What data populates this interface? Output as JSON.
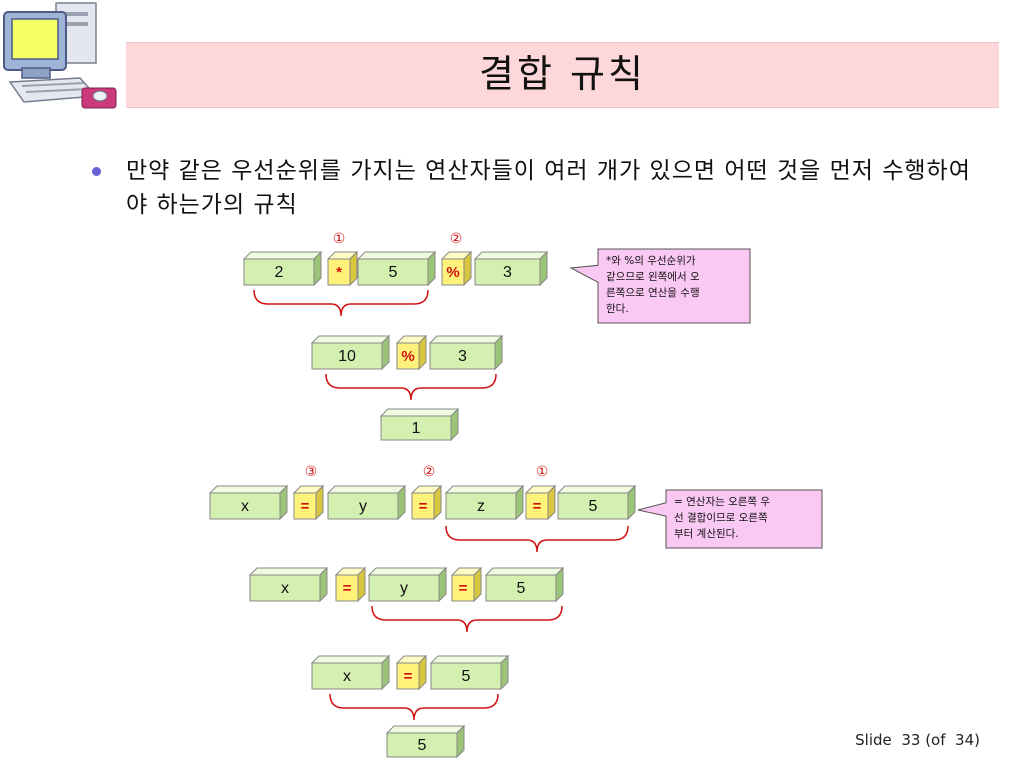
{
  "slide": {
    "title": "결합 규칙",
    "bullet": "만약 같은 우선순위를 가지는 연산자들이 여러 개가 있으면 어떤 것을 먼저 수행하여야 하는가의 규칙",
    "footer": {
      "label": "Slide",
      "number": "33",
      "of": "(of",
      "total": "34)"
    }
  },
  "colors": {
    "title_band": "#fdd7d9",
    "operand_box": "#d4f0b0",
    "operator_box": "#fff27a",
    "brace": "#d01010",
    "callout_fill": "#f9c8f3"
  },
  "icons": [
    "computer-clipart-icon"
  ],
  "example1": {
    "step1": [
      "2",
      "*",
      "5",
      "%",
      "3"
    ],
    "order_labels": [
      "①",
      "②"
    ],
    "step2": [
      "10",
      "%",
      "3"
    ],
    "result": "1",
    "callout": [
      "*와 %의 우선순위가",
      "같으므로 왼쪽에서 오",
      "른쪽으로 연산을 수행",
      "한다."
    ]
  },
  "example2": {
    "step1": [
      "x",
      "=",
      "y",
      "=",
      "z",
      "=",
      "5"
    ],
    "order_labels": [
      "③",
      "②",
      "①"
    ],
    "step2": [
      "x",
      "=",
      "y",
      "=",
      "5"
    ],
    "step3": [
      "x",
      "=",
      "5"
    ],
    "result": "5",
    "callout": [
      "= 연산자는 오른쪽 우",
      "선 결합이므로 오른쪽",
      "부터 계산된다."
    ]
  }
}
